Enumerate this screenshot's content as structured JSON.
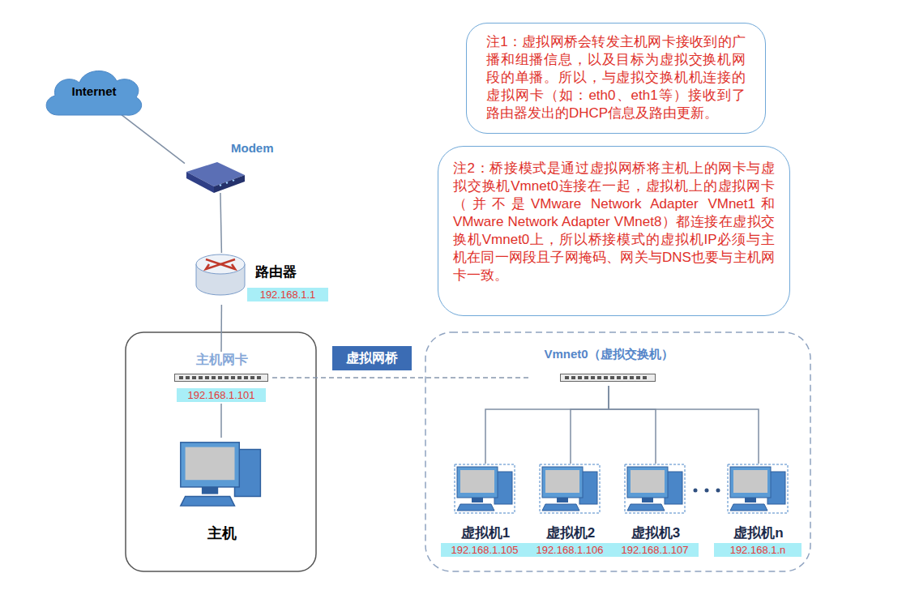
{
  "diagram": {
    "nodes": [
      {
        "text": [
          "Internet"
        ]
      },
      {
        "text": [
          "Modem"
        ]
      },
      {
        "text": [
          "路由器",
          "192.168.1.1"
        ]
      },
      {
        "text": [
          "主机网卡",
          "192.168.1.101"
        ]
      },
      {
        "text": [
          "主机"
        ]
      },
      {
        "text": [
          "虚拟网桥"
        ]
      },
      {
        "text": [
          "Vmnet0（虚拟交换机）"
        ]
      },
      {
        "text": [
          "虚拟机1",
          "192.168.1.105"
        ]
      },
      {
        "text": [
          "虚拟机2",
          "192.168.1.106"
        ]
      },
      {
        "text": [
          "虚拟机3",
          "192.168.1.107"
        ]
      },
      {
        "text": [
          "虚拟机n",
          "192.168.1.n"
        ]
      },
      {
        "text": [
          "注1：虚拟网桥会转发主机网卡接收到的广播和组播信息，以及目标为虚拟交换机网段的单播。所以，与虚拟交换机机连接的虚拟网卡（如：eth0、eth1等）接收到了路由器发出的DHCP信息及路由更新。"
        ]
      },
      {
        "text": [
          "注2：桥接模式是通过虚拟网桥将主机上的网卡与虚拟交换机Vmnet0连接在一起，虚拟机上的虚拟网卡（并不是VMware Network Adapter VMnet1和VMware Network Adapter VMnet8）都连接在虚拟交换机Vmnet0上，所以桥接模式的虚拟机IP必须与主机在同一网段且子网掩码、网关与DNS也要与主机网卡一致。"
        ]
      }
    ],
    "edges": [
      {
        "from": 0,
        "to": 1,
        "arrow": "none"
      },
      {
        "from": 1,
        "to": 2,
        "arrow": "none"
      },
      {
        "from": 2,
        "to": 3,
        "arrow": "none"
      },
      {
        "from": 3,
        "to": 4,
        "arrow": "none"
      },
      {
        "from": 3,
        "to": 6,
        "arrow": "none"
      },
      {
        "from": 6,
        "to": 7,
        "arrow": "none"
      },
      {
        "from": 6,
        "to": 8,
        "arrow": "none"
      },
      {
        "from": 6,
        "to": 9,
        "arrow": "none"
      },
      {
        "from": 6,
        "to": 10,
        "arrow": "none"
      }
    ]
  }
}
